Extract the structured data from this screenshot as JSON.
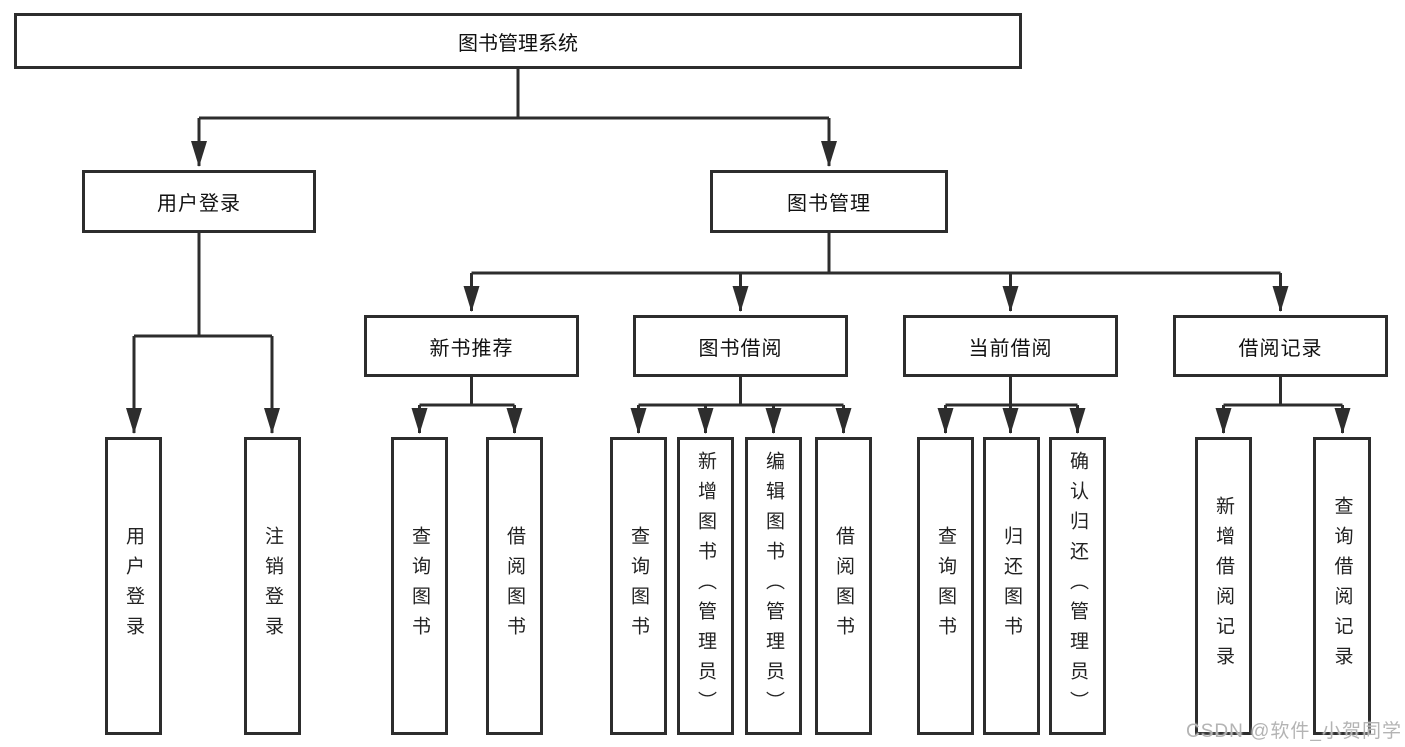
{
  "watermark": "CSDN @软件_小贺同学",
  "tree": {
    "root": {
      "label": "图书管理系统"
    },
    "branches": [
      {
        "label": "用户登录",
        "children": [
          {
            "label": "用户登录"
          },
          {
            "label": "注销登录"
          }
        ]
      },
      {
        "label": "图书管理",
        "children": [
          {
            "label": "新书推荐",
            "children": [
              {
                "label": "查询图书"
              },
              {
                "label": "借阅图书"
              }
            ]
          },
          {
            "label": "图书借阅",
            "children": [
              {
                "label": "查询图书"
              },
              {
                "label": "新增图书（管理员）"
              },
              {
                "label": "编辑图书（管理员）"
              },
              {
                "label": "借阅图书"
              }
            ]
          },
          {
            "label": "当前借阅",
            "children": [
              {
                "label": "查询图书"
              },
              {
                "label": "归还图书"
              },
              {
                "label": "确认归还（管理员）"
              }
            ]
          },
          {
            "label": "借阅记录",
            "children": [
              {
                "label": "新增借阅记录"
              },
              {
                "label": "查询借阅记录"
              }
            ]
          }
        ]
      }
    ]
  },
  "colors": {
    "line": "#2d2d2d",
    "box_border": "#2d2d2d",
    "text": "#111111",
    "watermark": "#b4b4b4"
  }
}
